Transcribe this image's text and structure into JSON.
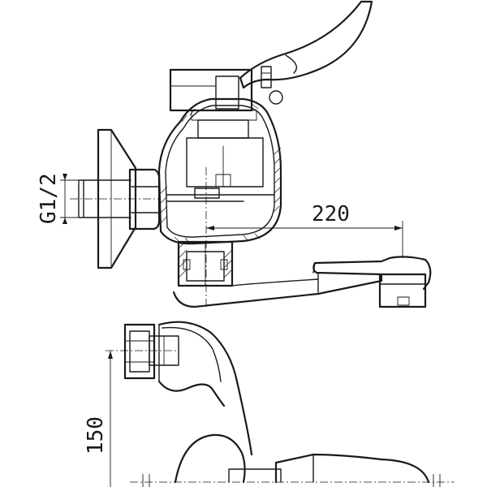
{
  "dimensions": {
    "thread": "G1/2",
    "reach": "220",
    "height": "150"
  },
  "colors": {
    "line": "#1a1a1a",
    "background": "#ffffff"
  }
}
